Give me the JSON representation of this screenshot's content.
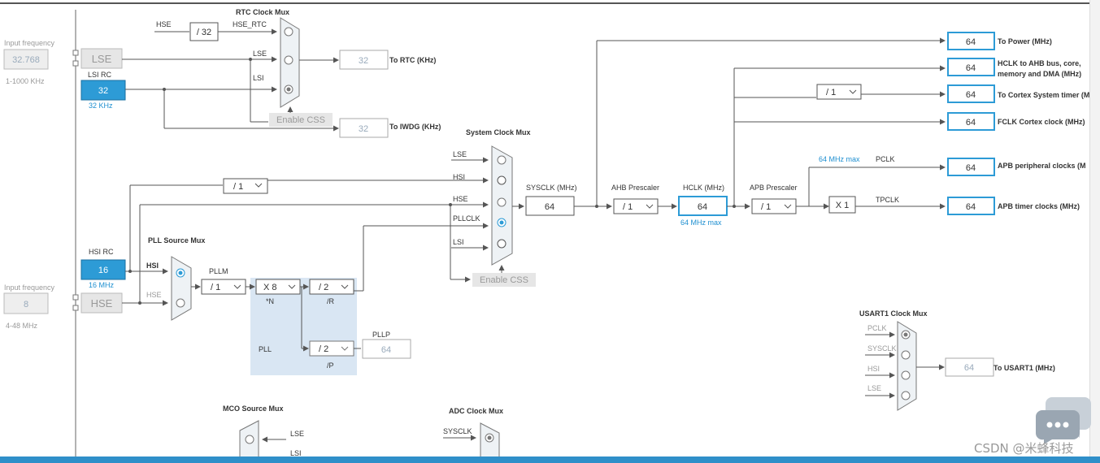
{
  "inputs": {
    "lse_freq_label": "Input frequency",
    "lse_freq_value": "32.768",
    "lse_freq_range": "1-1000 KHz",
    "hse_freq_label": "Input frequency",
    "hse_freq_value": "8",
    "hse_freq_range": "4-48 MHz"
  },
  "sources": {
    "lse": "LSE",
    "lsi_rc_label": "LSI RC",
    "lsi_rc_value": "32",
    "lsi_rc_unit": "32 KHz",
    "hsi_rc_label": "HSI RC",
    "hsi_rc_value": "16",
    "hsi_rc_unit": "16 MHz",
    "hse": "HSE"
  },
  "rtc": {
    "mux_title": "RTC Clock Mux",
    "hse_label": "HSE",
    "div": "/ 32",
    "hse_rtc": "HSE_RTC",
    "lse": "LSE",
    "lsi": "LSI",
    "out_value": "32",
    "out_label": "To RTC (KHz)",
    "enable_css": "Enable CSS",
    "iwdg_value": "32",
    "iwdg_label": "To IWDG (KHz)"
  },
  "sysmux": {
    "title": "System Clock Mux",
    "inputs": [
      "LSE",
      "HSI",
      "HSE",
      "PLLCLK",
      "LSI"
    ],
    "hsi_div": "/ 1",
    "enable_css": "Enable CSS",
    "sysclk_label": "SYSCLK (MHz)",
    "sysclk_value": "64"
  },
  "pll": {
    "source_title": "PLL Source Mux",
    "hsi": "HSI",
    "hse": "HSE",
    "pllm_label": "PLLM",
    "pllm": "/ 1",
    "n": "X 8",
    "n_label": "*N",
    "r": "/ 2",
    "r_label": "/R",
    "pll_label": "PLL",
    "p": "/ 2",
    "p_label": "/P",
    "pllp_label": "PLLP",
    "pllp_value": "64"
  },
  "ahb": {
    "label": "AHB Prescaler",
    "value": "/ 1",
    "hclk_label": "HCLK (MHz)",
    "hclk_value": "64",
    "hclk_max": "64 MHz max"
  },
  "apb": {
    "label": "APB Prescaler",
    "value": "/ 1",
    "max": "64 MHz max",
    "pclk": "PCLK",
    "x1": "X 1",
    "tpclk": "TPCLK"
  },
  "cortex_div": "/ 1",
  "outputs": [
    {
      "value": "64",
      "label": "To Power (MHz)"
    },
    {
      "value": "64",
      "label": "HCLK to AHB bus, core,",
      "label2": "memory and DMA (MHz)"
    },
    {
      "value": "64",
      "label": "To Cortex System timer (M"
    },
    {
      "value": "64",
      "label": "FCLK Cortex clock (MHz)"
    },
    {
      "value": "64",
      "label": "APB peripheral clocks (M"
    },
    {
      "value": "64",
      "label": "APB timer clocks (MHz)"
    }
  ],
  "usart": {
    "title": "USART1 Clock Mux",
    "inputs": [
      "PCLK",
      "SYSCLK",
      "HSI",
      "LSE"
    ],
    "value": "64",
    "label": "To USART1 (MHz)"
  },
  "mco": {
    "title": "MCO Source Mux",
    "inputs": [
      "LSE",
      "LSI"
    ]
  },
  "adc": {
    "title": "ADC Clock Mux",
    "inputs": [
      "SYSCLK"
    ]
  },
  "watermark": "CSDN @米蜂科技"
}
